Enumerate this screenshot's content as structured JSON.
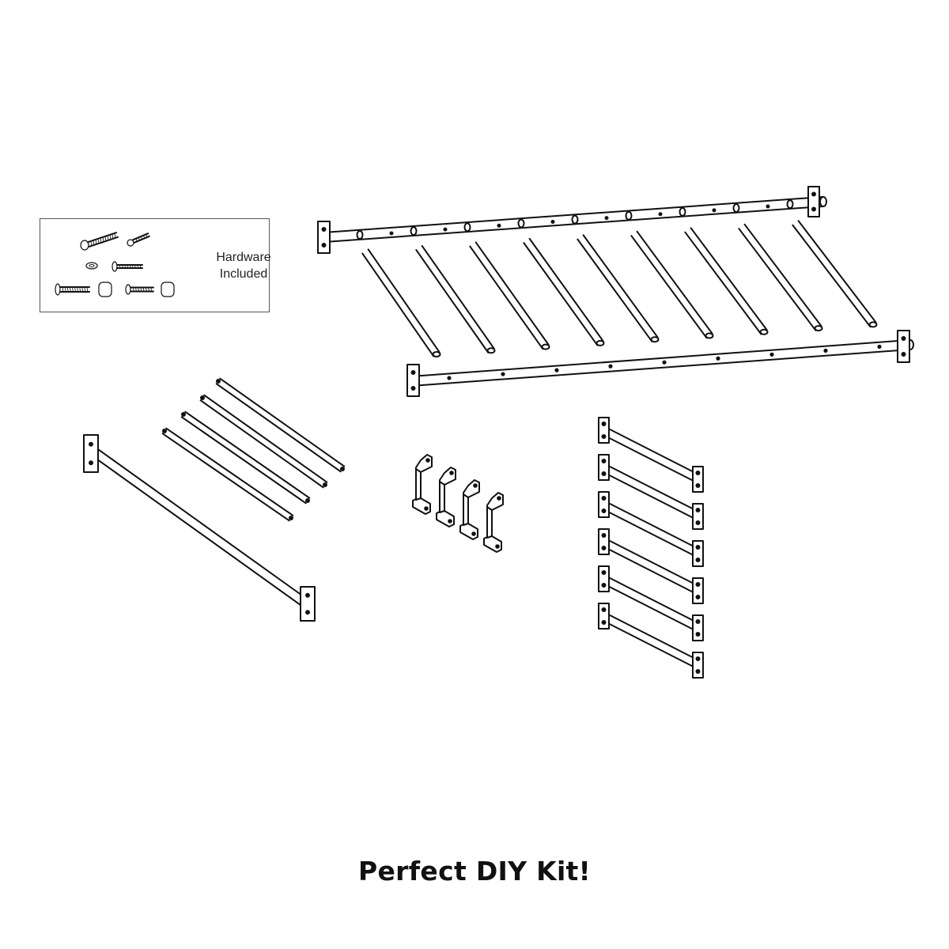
{
  "hardware_box": {
    "label_line1": "Hardware",
    "label_line2": "Included"
  },
  "caption": "Perfect DIY Kit!",
  "parts": {
    "rungs_count": 9,
    "straps_count": 4,
    "handles_count": 4,
    "towel_bars_count": 6
  },
  "colors": {
    "line": "#111111",
    "background": "#ffffff"
  }
}
